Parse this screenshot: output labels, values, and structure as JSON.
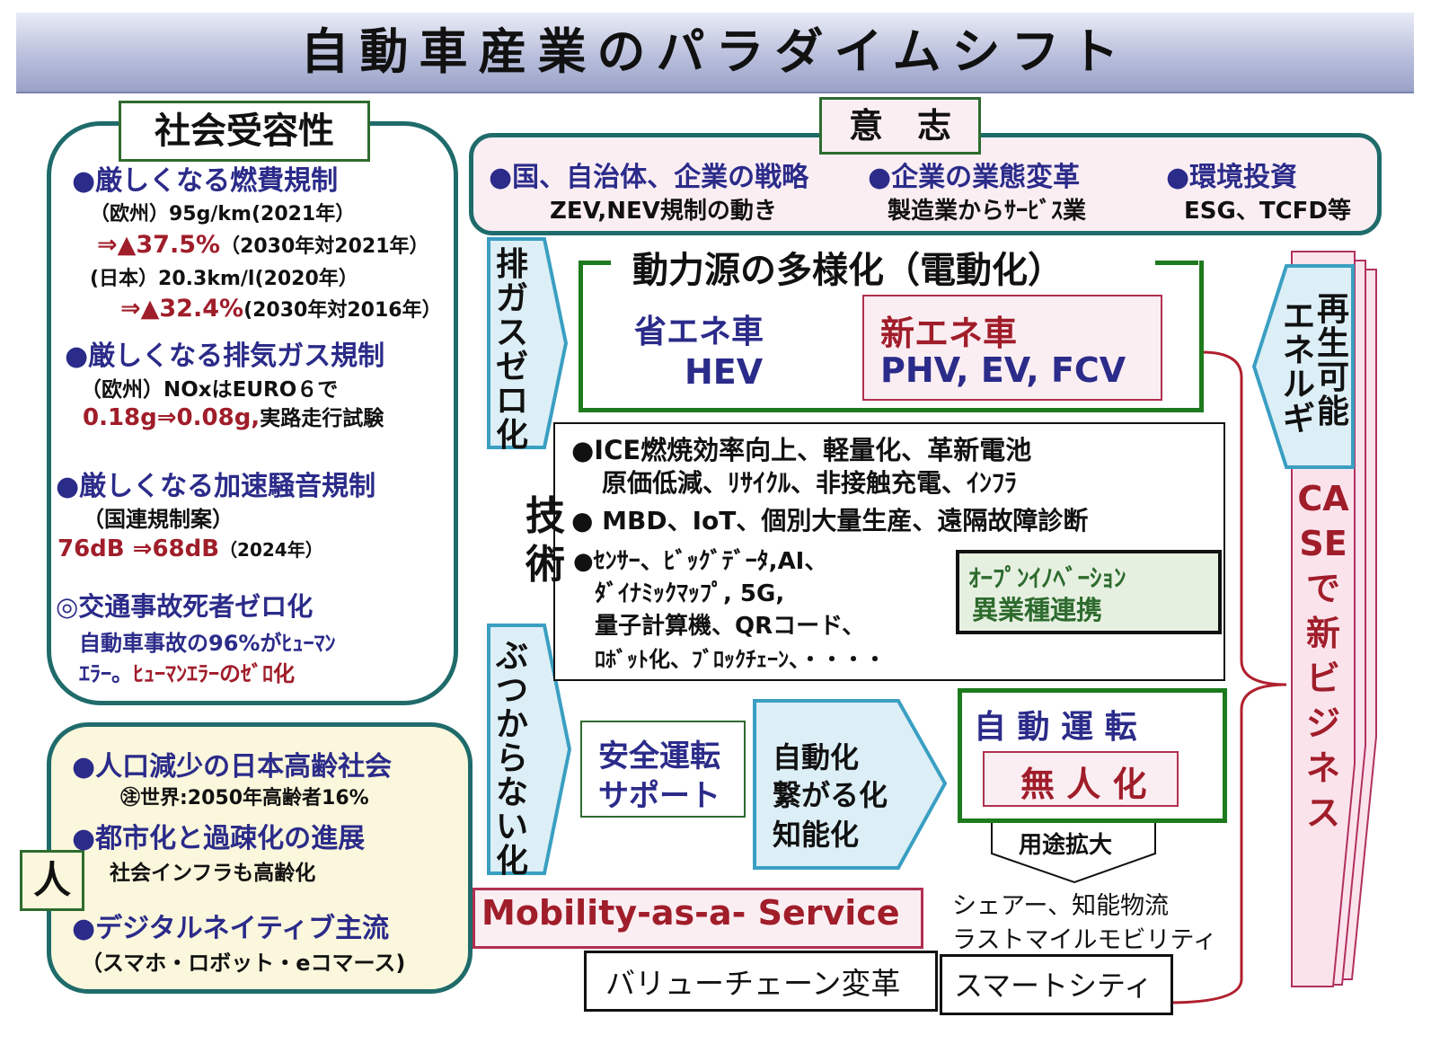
{
  "title": "自動車産業のパラダイムシフト",
  "social": {
    "heading": "社会受容性",
    "fuel_title": "●厳しくなる燃費規制",
    "fuel_eu": "（欧州）95g/km(2021年）",
    "fuel_eu_arrow": "⇒▲37.5%",
    "fuel_eu_note": "（2030年対2021年）",
    "fuel_jp": "(日本）20.3km/l(2020年）",
    "fuel_jp_arrow": "⇒▲32.4%",
    "fuel_jp_note": "(2030年対2016年）",
    "exhaust_title": "●厳しくなる排気ガス規制",
    "exhaust_eu": "（欧州）NOxはEURO６で",
    "exhaust_val": "0.18g⇒0.08g,",
    "exhaust_test": "実路走行試験",
    "noise_title": "●厳しくなる加速騒音規制",
    "noise_un": "（国連規制案）",
    "noise_val": "76dB ⇒68dB",
    "noise_year": "（2024年）",
    "accident_title": "◎交通事故死者ゼロ化",
    "accident_l1": "自動車事故の96%がﾋｭｰﾏﾝ",
    "accident_l2a": "ｴﾗｰ。",
    "accident_l2b": "ﾋｭｰﾏﾝｴﾗｰのｾﾞﾛ化"
  },
  "people": {
    "label": "人",
    "p1": "●人口減少の日本高齢社会",
    "p1_note": "㊟世界:2050年高齢者16%",
    "p2": "●都市化と過疎化の進展",
    "p2_note": "社会インフラも高齢化",
    "p3": "●デジタルネイティブ主流",
    "p3_note": "（スマホ・ロボット・eコマース)"
  },
  "will": {
    "heading": "意　志",
    "c1_title": "●国、自治体、企業の戦略",
    "c1_sub": "ZEV,NEV規制の動き",
    "c2_title": "●企業の業態変革",
    "c2_sub": "製造業からｻｰﾋﾞｽ業",
    "c3_title": "●環境投資",
    "c3_sub": "ESG、TCFD等"
  },
  "arrows": {
    "emission": "排ガスゼロ化",
    "nocollision": "ぶつからない化",
    "renewable_a": "再生可能",
    "renewable_b": "エネルギ"
  },
  "power": {
    "title": "動力源の多様化（電動化）",
    "save_title": "省エネ車",
    "save_sub": "HEV",
    "new_title": "新エネ車",
    "new_sub": "PHV, EV, FCV"
  },
  "tech": {
    "label": "技術",
    "l1": "●ICE燃焼効率向上、軽量化、革新電池",
    "l2": "原価低減、ﾘｻｲｸﾙ、非接触充電、ｲﾝﾌﾗ",
    "l3": "● MBD、IoT、個別大量生産、遠隔故障診断",
    "l4": "●ｾﾝｻｰ、ﾋﾞｯｸﾞﾃﾞｰﾀ,AI、",
    "l5": "ﾀﾞｲﾅﾐｯｸﾏｯﾌﾟ, 5G,",
    "l6": "量子計算機、QRコード、",
    "l7": "ﾛﾎﾞｯﾄ化、ﾌﾞﾛｯｸﾁｪｰﾝ、・・・・",
    "open_l1": "ｵｰﾌﾟﾝｲﾉﾍﾞｰｼｮﾝ",
    "open_l2": "異業種連携"
  },
  "auto": {
    "safety_l1": "安全運転",
    "safety_l2": "サポート",
    "evo_l1": "自動化",
    "evo_l2": "繋がる化",
    "evo_l3": "知能化",
    "auto_title": "自 動 運 転",
    "unmanned": "無 人 化",
    "expand": "用途拡大",
    "uses_l1": "シェアー、知能物流",
    "uses_l2": "ラストマイルモビリティ"
  },
  "bottom": {
    "maas": "Mobility-as-a- Service",
    "value_chain": "バリューチェーン変革",
    "smart_city": "スマートシティ"
  },
  "case_label": "CASEで新ビジネス"
}
